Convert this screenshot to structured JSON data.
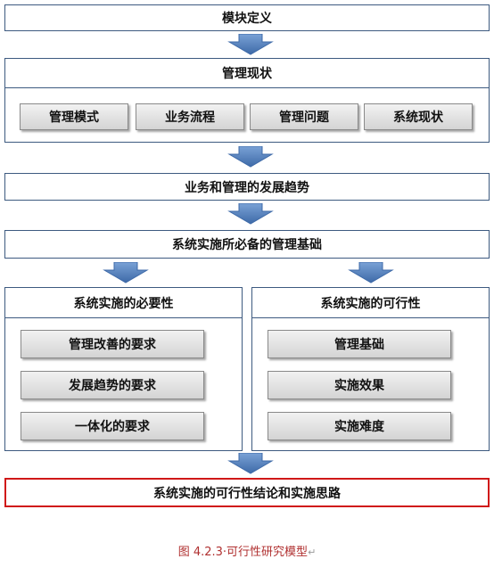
{
  "diagram": {
    "module_definition": "模块定义",
    "management_status": {
      "title": "管理现状",
      "items": [
        "管理模式",
        "业务流程",
        "管理问题",
        "系统现状"
      ]
    },
    "development_trend": "业务和管理的发展趋势",
    "system_foundation": "系统实施所必备的管理基础",
    "necessity": {
      "title": "系统实施的必要性",
      "items": [
        "管理改善的要求",
        "发展趋势的要求",
        "一体化的要求"
      ]
    },
    "feasibility": {
      "title": "系统实施的可行性",
      "items": [
        "管理基础",
        "实施效果",
        "实施难度"
      ]
    },
    "conclusion": "系统实施的可行性结论和实施思路",
    "caption": "图 4.2.3·可行性研究模型",
    "caption_mark": "↵"
  },
  "colors": {
    "border": "#3d5a80",
    "arrow": "#4a78b5",
    "conclusion_border": "#d01818",
    "caption": "#b03030"
  }
}
